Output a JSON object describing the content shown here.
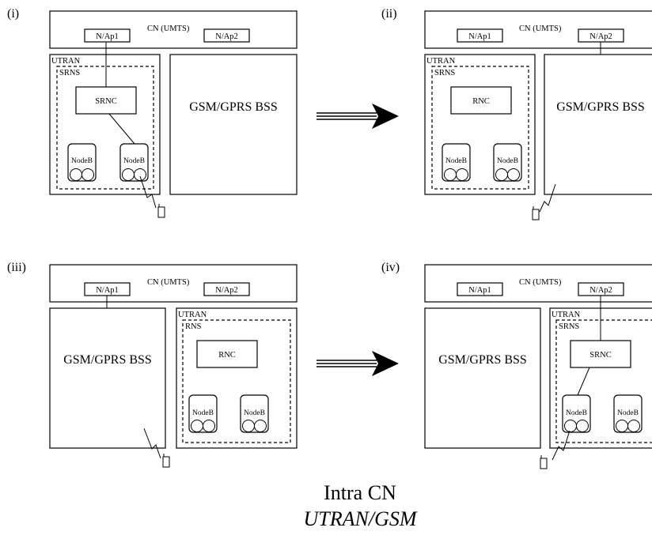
{
  "panels": [
    {
      "tag": "(i)",
      "cn_label": "CN (UMTS)",
      "ap1": "N/Ap1",
      "ap2": "N/Ap2",
      "utran_label": "UTRAN",
      "rns_label": "SRNS",
      "rnc_label": "SRNC",
      "nodeb1": "NodeB",
      "nodeb2": "NodeB",
      "bss_label": "GSM/GPRS BSS"
    },
    {
      "tag": "(ii)",
      "cn_label": "CN (UMTS)",
      "ap1": "N/Ap1",
      "ap2": "N/Ap2",
      "utran_label": "UTRAN",
      "rns_label": "SRNS",
      "rnc_label": "RNC",
      "nodeb1": "NodeB",
      "nodeb2": "NodeB",
      "bss_label": "GSM/GPRS BSS"
    },
    {
      "tag": "(iii)",
      "cn_label": "CN (UMTS)",
      "ap1": "N/Ap1",
      "ap2": "N/Ap2",
      "utran_label": "UTRAN",
      "rns_label": "RNS",
      "rnc_label": "RNC",
      "nodeb1": "NodeB",
      "nodeb2": "NodeB",
      "bss_label": "GSM/GPRS BSS"
    },
    {
      "tag": "(iv)",
      "cn_label": "CN (UMTS)",
      "ap1": "N/Ap1",
      "ap2": "N/Ap2",
      "utran_label": "UTRAN",
      "rns_label": "SRNS",
      "rnc_label": "SRNC",
      "nodeb1": "NodeB",
      "nodeb2": "NodeB",
      "bss_label": "GSM/GPRS BSS"
    }
  ],
  "caption": {
    "line1": "Intra CN",
    "line2": "UTRAN/GSM"
  }
}
